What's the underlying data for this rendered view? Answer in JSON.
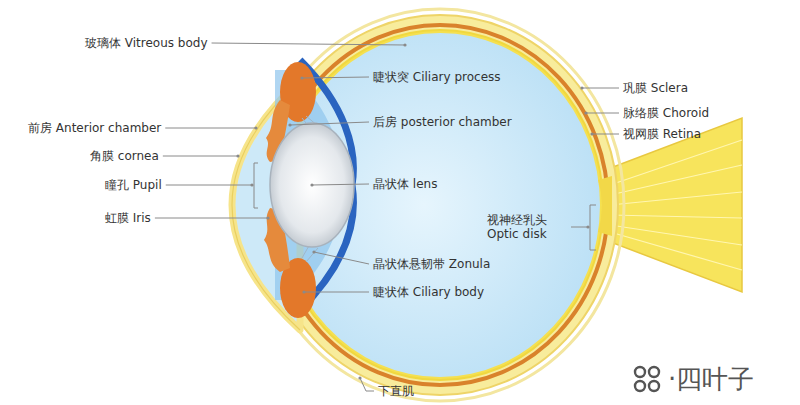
{
  "diagram": {
    "labels": [
      "玻璃体 Vitreous body",
      "睫状突 Ciliary process",
      "巩膜 Sclera",
      "脉络膜 Choroid",
      "视网膜 Retina",
      "前房 Anterior chamber",
      "后房 posterior chamber",
      "角膜 cornea",
      "瞳孔 Pupil",
      "晶状体 lens",
      "虹膜 Iris",
      "视神经乳头 Optic disk",
      "晶状体悬韧带 Zonula",
      "睫状体 Ciliary body",
      "下直肌",
      "·四叶子"
    ]
  }
}
